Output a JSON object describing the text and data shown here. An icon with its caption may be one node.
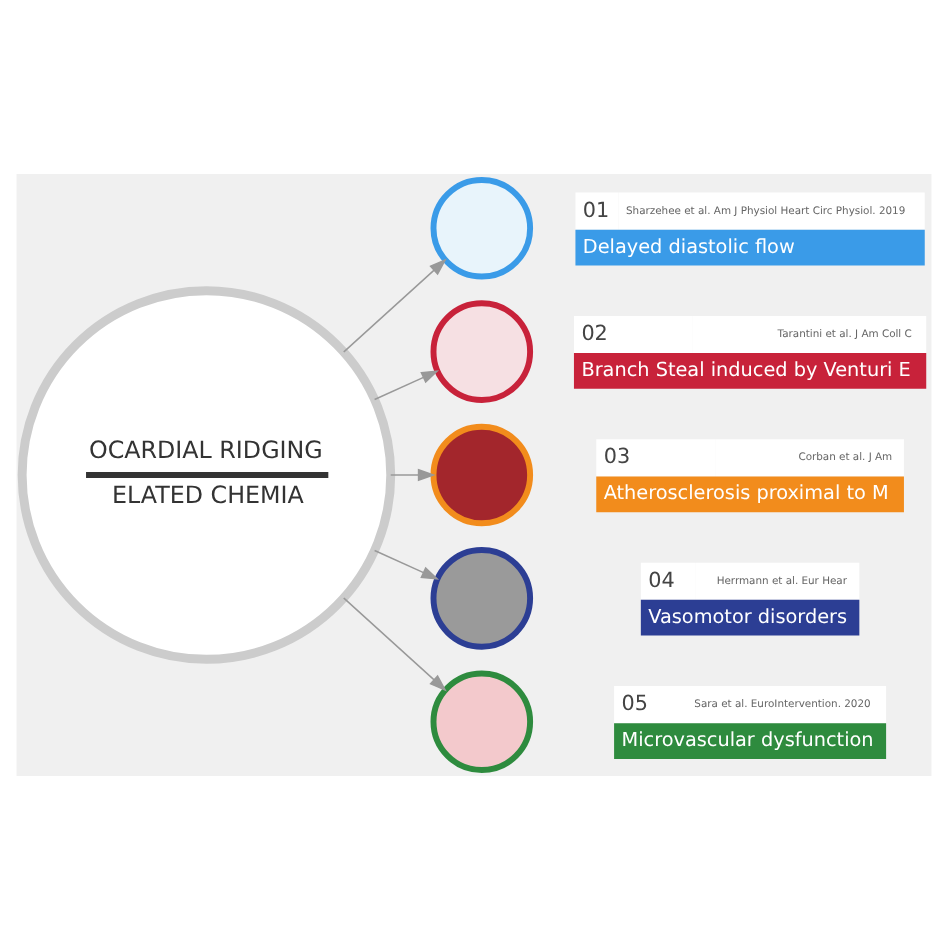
{
  "diagram": {
    "nodes": [
      {
        "text": [
          "OCARDIAL RIDGING",
          "ELATED CHEMIA"
        ]
      },
      {
        "text": [],
        "shape": "circle"
      },
      {
        "text": [
          "01",
          "Sharzehee et al. Am J Physiol Heart Circ Physiol. 2019",
          "Delayed diastolic flow"
        ]
      },
      {
        "text": [],
        "shape": "circle"
      },
      {
        "text": [
          "02",
          "Tarantini et al. J Am Coll C",
          "Branch Steal induced by Venturi E"
        ]
      },
      {
        "text": [],
        "shape": "circle"
      },
      {
        "text": [
          "03",
          "Corban et al. J Am",
          "Atherosclerosis proximal to M"
        ]
      },
      {
        "text": [],
        "shape": "circle"
      },
      {
        "text": [
          "04",
          "Herrmann et al. Eur Hear",
          "Vasomotor disorders"
        ]
      },
      {
        "text": [],
        "shape": "circle"
      },
      {
        "text": [
          "05",
          "Sara et al. EuroIntervention. 2020",
          "Microvascular dysfunction"
        ]
      }
    ],
    "edges": [
      {
        "from": 0,
        "to": 1,
        "arrow": "to"
      },
      {
        "from": 0,
        "to": 3,
        "arrow": "to"
      },
      {
        "from": 0,
        "to": 5,
        "arrow": "to"
      },
      {
        "from": 0,
        "to": 7,
        "arrow": "to"
      },
      {
        "from": 0,
        "to": 9,
        "arrow": "to"
      }
    ]
  }
}
